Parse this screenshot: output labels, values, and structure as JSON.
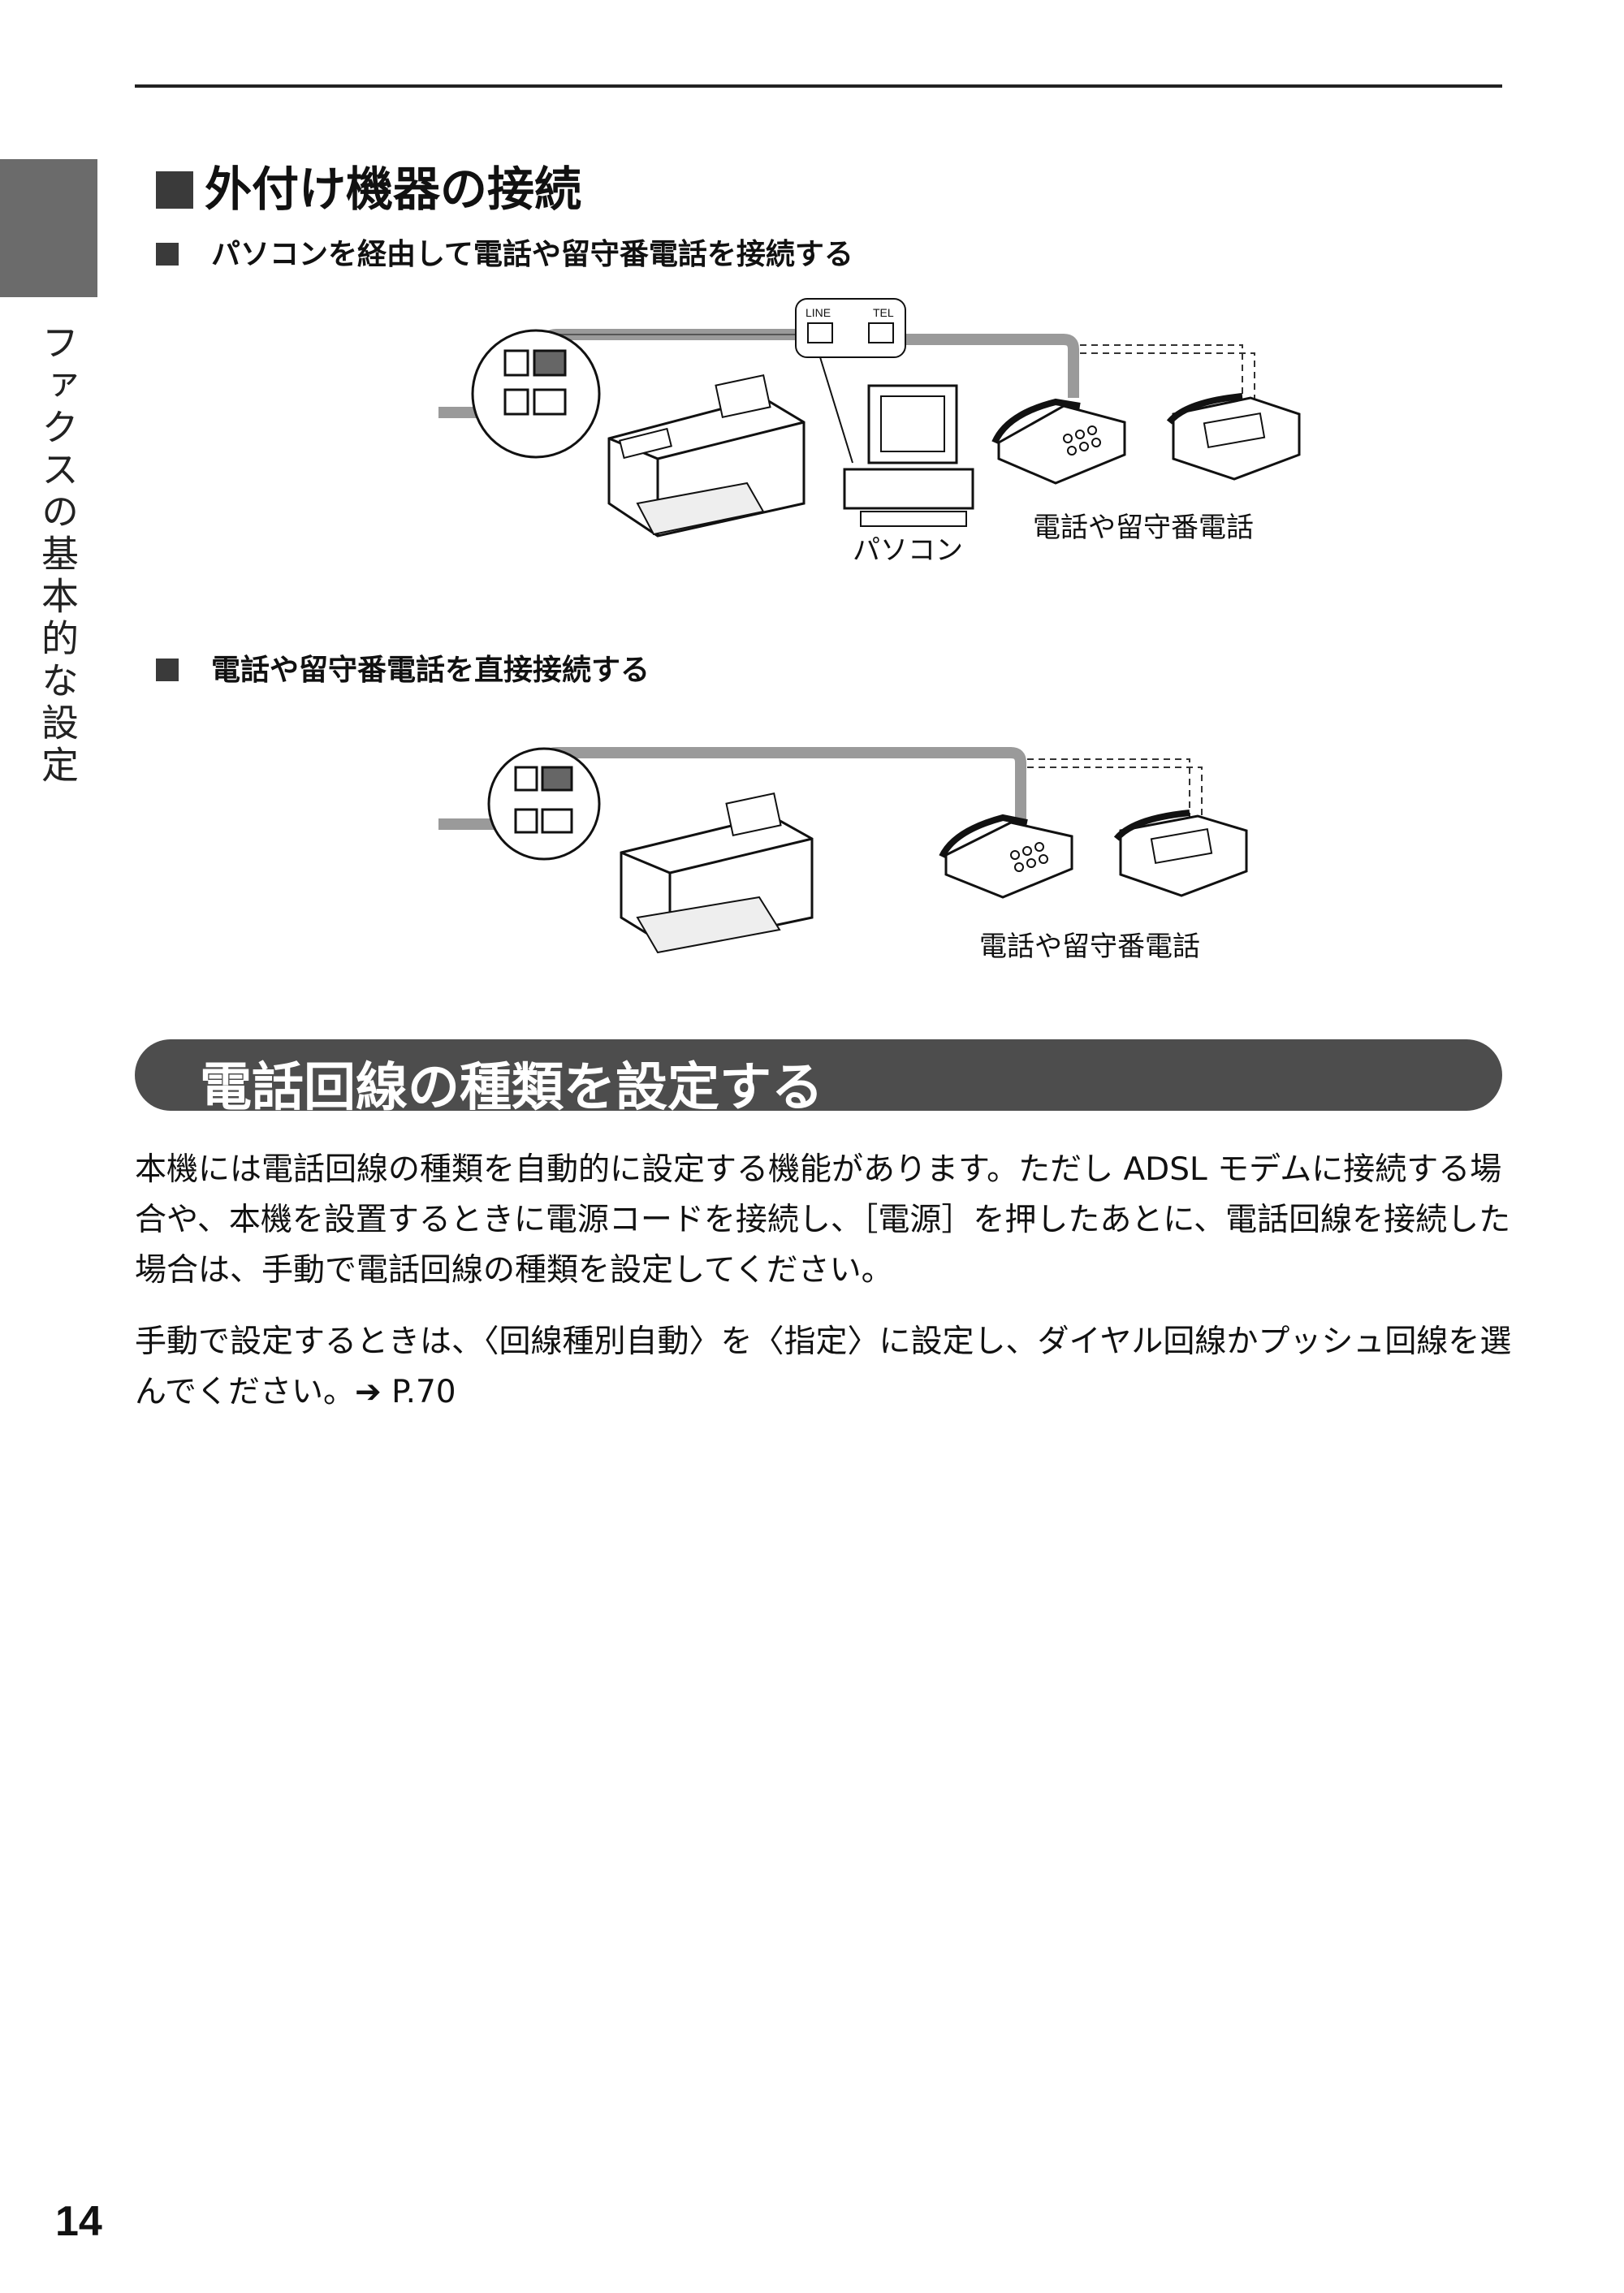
{
  "side_tab": {
    "title": "ファクスの基本的な設定"
  },
  "section": {
    "title": "外付け機器の接続",
    "sub1": {
      "title": "パソコンを経由して電話や留守番電話を接続する",
      "port_line": "LINE",
      "port_tel": "TEL",
      "pc_label": "パソコン",
      "phone_label": "電話や留守番電話"
    },
    "sub2": {
      "title": "電話や留守番電話を直接接続する",
      "phone_label": "電話や留守番電話"
    }
  },
  "banner": {
    "title": "電話回線の種類を設定する"
  },
  "body": {
    "p1": "本機には電話回線の種類を自動的に設定する機能があります。ただし ADSL モデムに接続する場合や、本機を設置するときに電源コードを接続し、［電源］を押したあとに、電話回線を接続した場合は、手動で電話回線の種類を設定してください。",
    "p2": "手動で設定するときは、〈回線種別自動〉を〈指定〉に設定し、ダイヤル回線かプッシュ回線を選んでください。➔ P.70"
  },
  "page_number": "14",
  "colors": {
    "banner_bg": "#4d4d4d",
    "side_tab": "#6b6b6b",
    "cable": "#9a9a9a"
  },
  "icons": [
    "printer-icon",
    "computer-icon",
    "telephone-icon",
    "fax-machine-icon",
    "phone-jack-icon"
  ]
}
